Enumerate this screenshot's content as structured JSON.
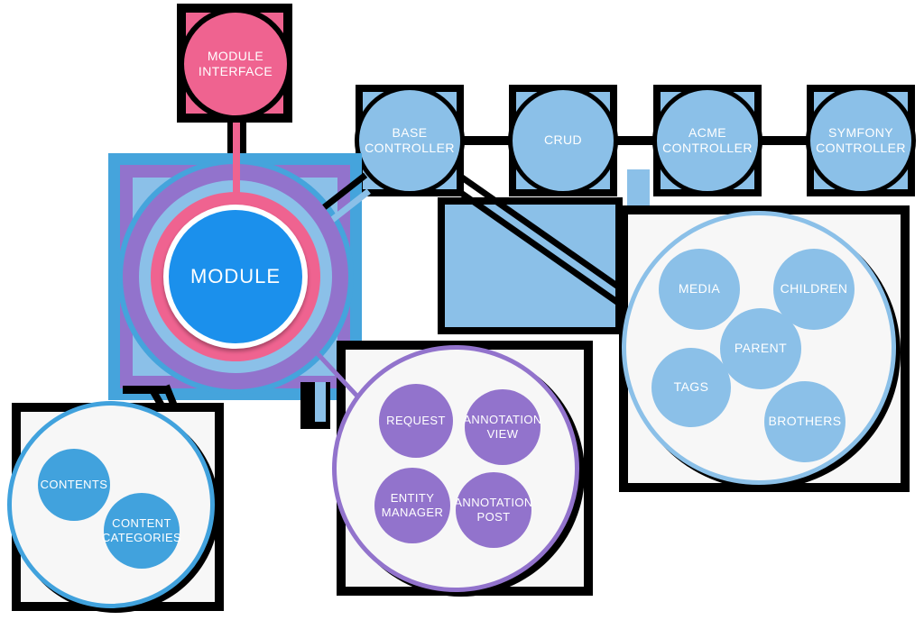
{
  "diagram_title": "Module architecture diagram",
  "colors": {
    "pink": "#EF6390",
    "purple": "#9273CC",
    "light_blue": "#8BC0E8",
    "blue": "#45A4DC",
    "bright_blue": "#1B90EC",
    "medium_blue": "#41A2DD",
    "panel_fill": "#F7F7F7",
    "connector": "#000000",
    "text": "#FFFFFF"
  },
  "nodes": {
    "module_interface": {
      "label": "MODULE INTERFACE"
    },
    "module": {
      "label": "MODULE"
    },
    "controllers": [
      {
        "label": "BASE CONTROLLER"
      },
      {
        "label": "CRUD"
      },
      {
        "label": "ACME CONTROLLER"
      },
      {
        "label": "SYMFONY CONTROLLER"
      }
    ],
    "content_group": {
      "items": [
        {
          "label": "CONTENTS"
        },
        {
          "label": "CONTENT CATEGORIES"
        }
      ]
    },
    "service_group": {
      "items": [
        {
          "label": "REQUEST"
        },
        {
          "label": "ANNOTATION VIEW"
        },
        {
          "label": "ENTITY MANAGER"
        },
        {
          "label": "ANNOTATION POST"
        }
      ]
    },
    "relation_group": {
      "items": [
        {
          "label": "MEDIA"
        },
        {
          "label": "CHILDREN"
        },
        {
          "label": "PARENT"
        },
        {
          "label": "TAGS"
        },
        {
          "label": "BROTHERS"
        }
      ]
    }
  }
}
